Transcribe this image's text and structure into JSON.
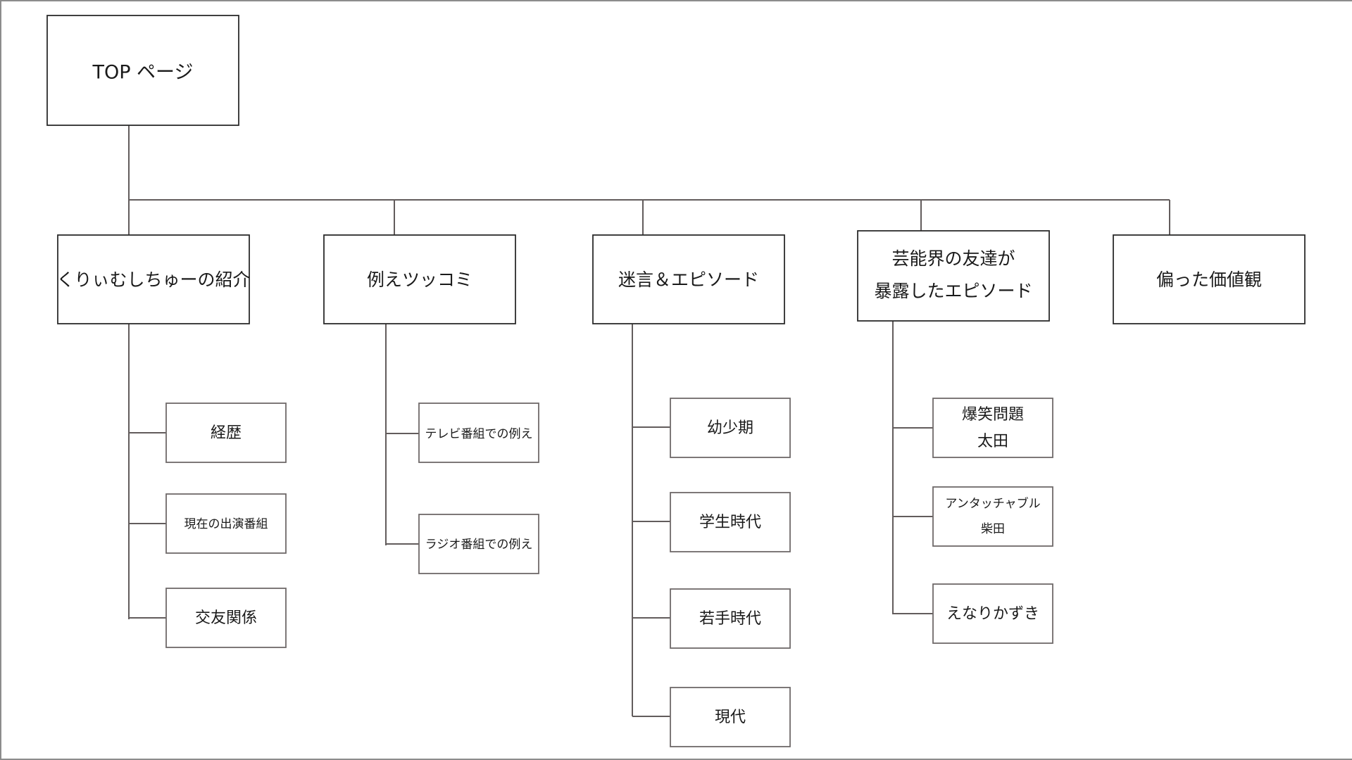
{
  "diagram": {
    "type": "sitemap-tree",
    "title_node": "TOP ページ",
    "root": {
      "id": "top",
      "label": "TOP ページ"
    },
    "level2": [
      {
        "id": "intro",
        "label": "くりぃむしちゅーの紹介"
      },
      {
        "id": "tsukkomi",
        "label": "例えツッコミ"
      },
      {
        "id": "meigen",
        "label": "迷言＆エピソード"
      },
      {
        "id": "geinokai",
        "label_line1": "芸能界の友達が",
        "label_line2": "暴露したエピソード"
      },
      {
        "id": "kachikan",
        "label": "偏った価値観"
      }
    ],
    "children": {
      "intro": [
        {
          "id": "keireki",
          "label": "経歴"
        },
        {
          "id": "bangumi",
          "label": "現在の出演番組"
        },
        {
          "id": "kouyuu",
          "label": "交友関係"
        }
      ],
      "tsukkomi": [
        {
          "id": "tv",
          "label": "テレビ番組での例え"
        },
        {
          "id": "radio",
          "label": "ラジオ番組での例え"
        }
      ],
      "meigen": [
        {
          "id": "youshouki",
          "label": "幼少期"
        },
        {
          "id": "gakusei",
          "label": "学生時代"
        },
        {
          "id": "wakate",
          "label": "若手時代"
        },
        {
          "id": "gendai",
          "label": "現代"
        }
      ],
      "geinokai": [
        {
          "id": "ohta",
          "label_line1": "爆笑問題",
          "label_line2": "太田"
        },
        {
          "id": "shibata",
          "label_line1": "アンタッチャブル",
          "label_line2": "柴田"
        },
        {
          "id": "enari",
          "label": "えなりかずき"
        }
      ]
    },
    "colors": {
      "background": "#ffffff",
      "box_border": "#2b2b2b",
      "box_border_soft": "#6f6a6a",
      "connector": "#625c5c",
      "page_frame": "#8c8c8c",
      "text": "#1a1a1a"
    }
  }
}
